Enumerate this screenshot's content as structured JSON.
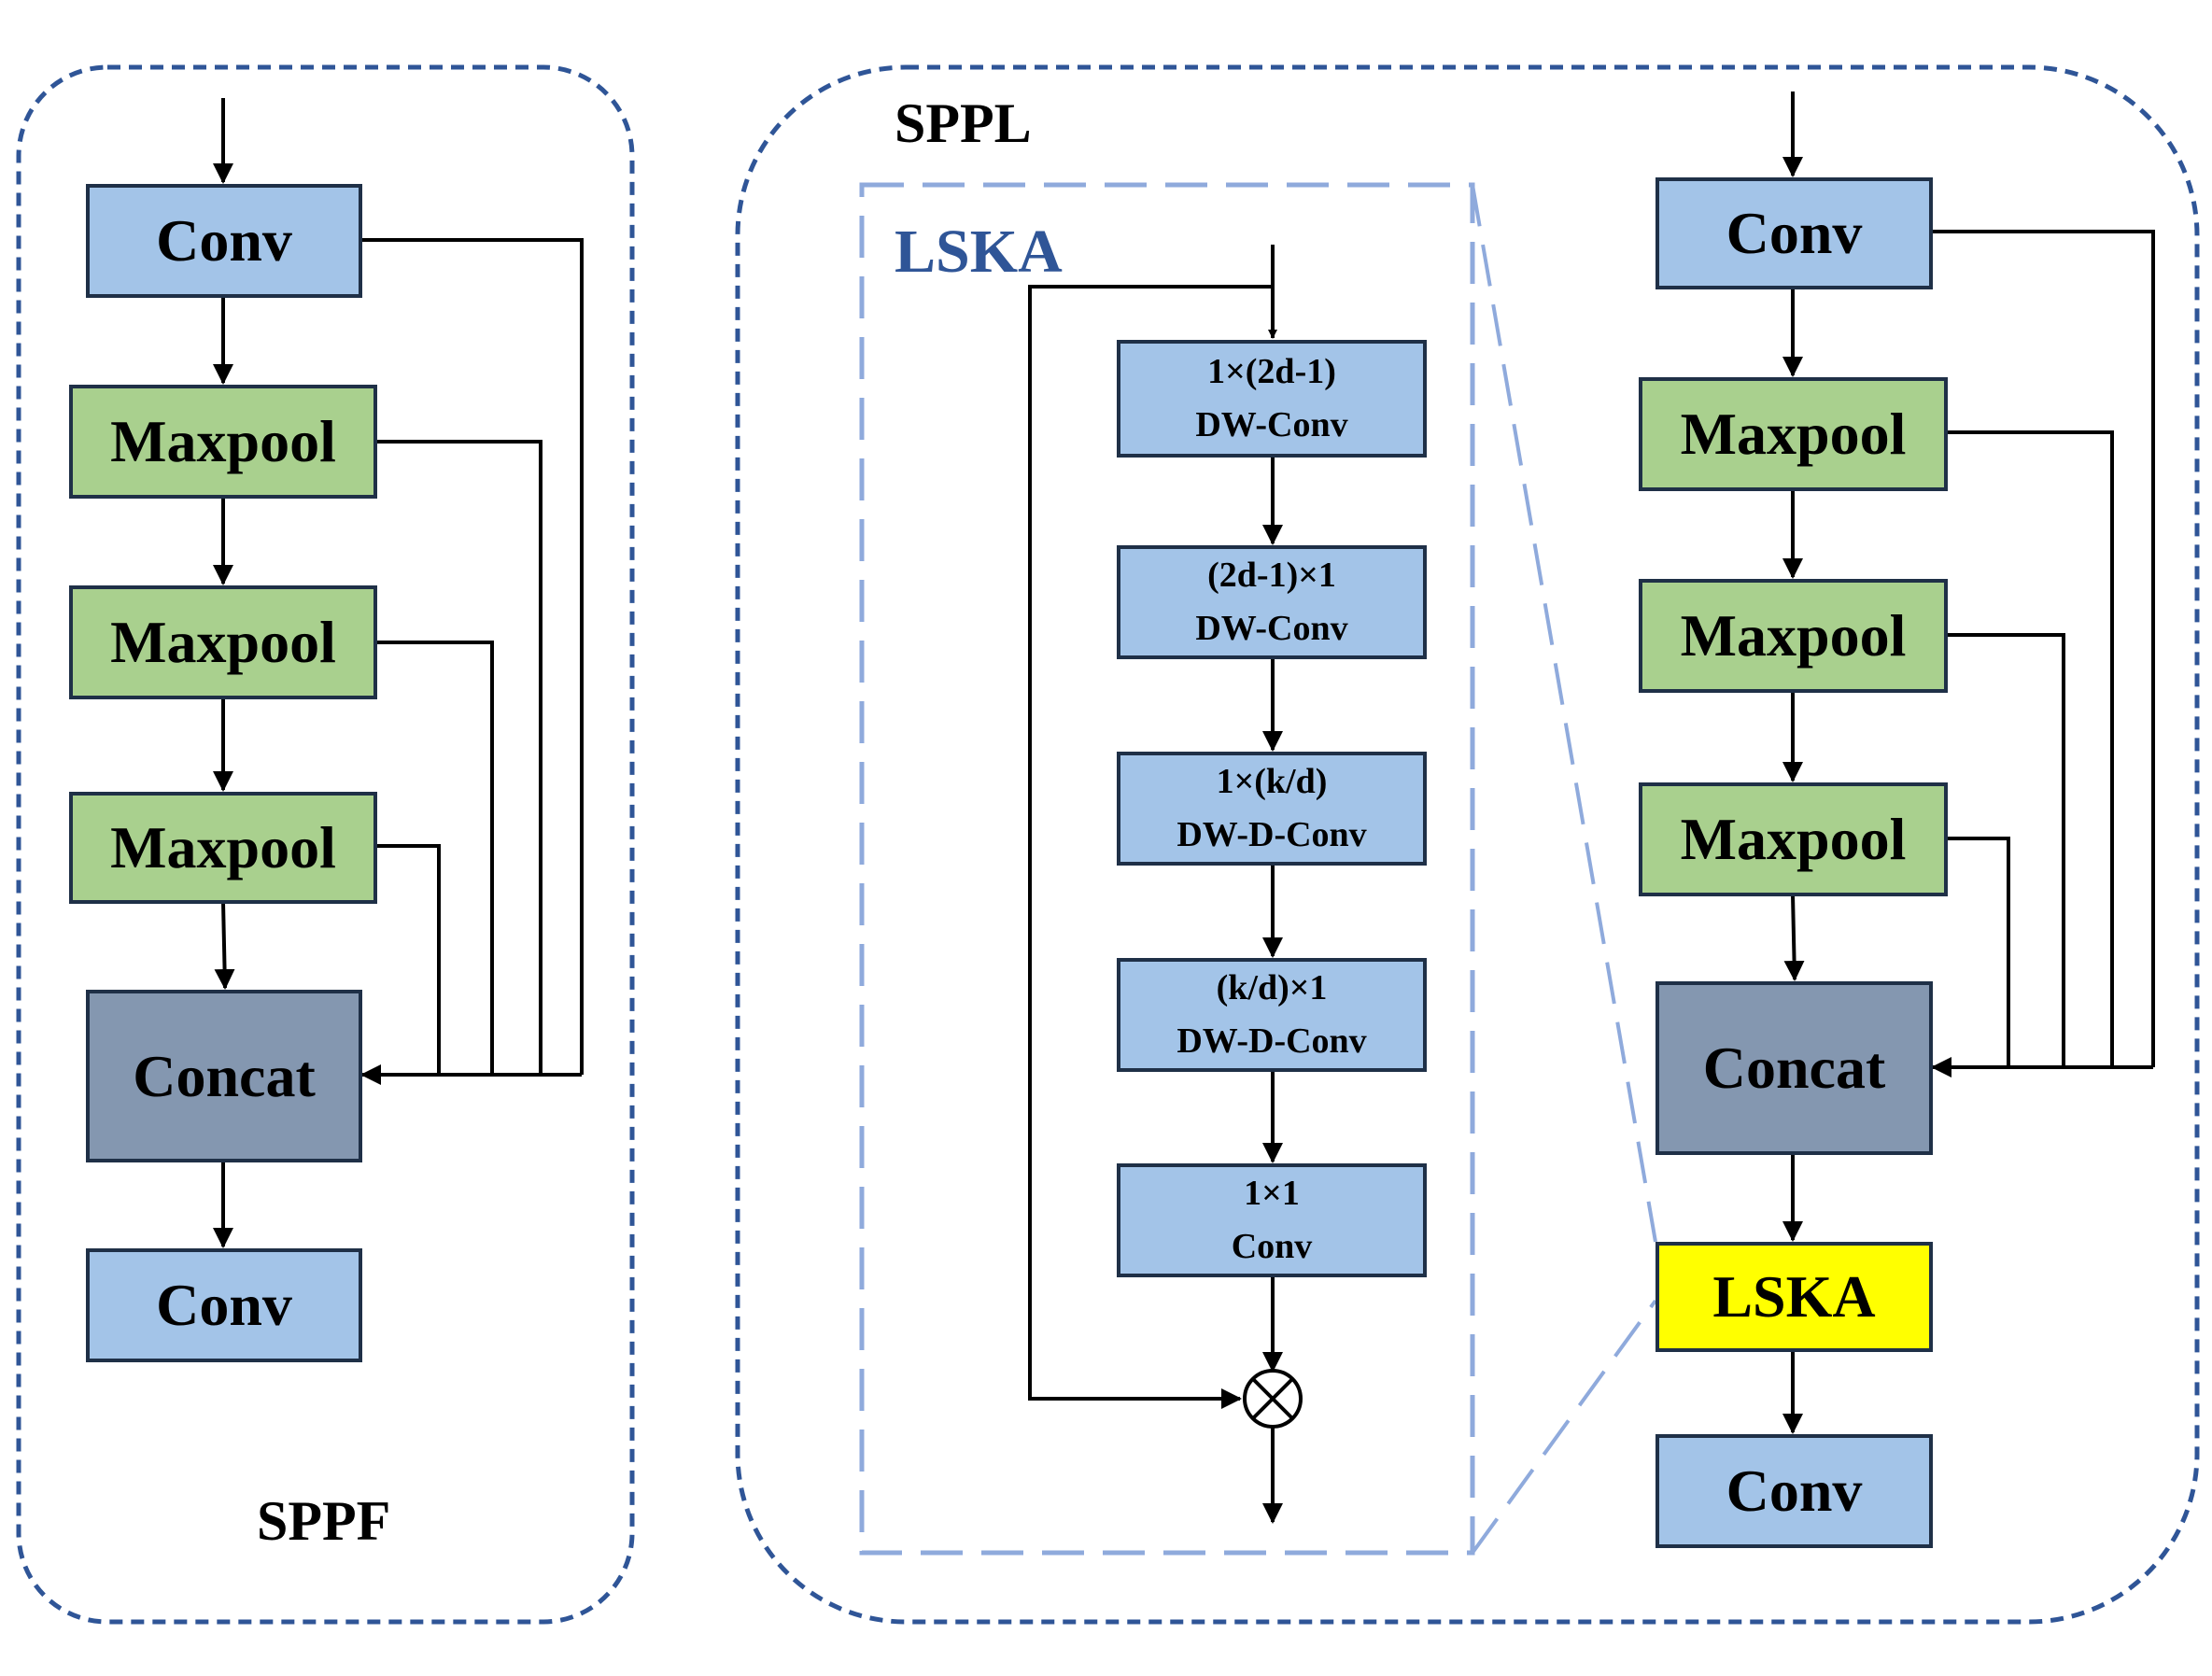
{
  "sppf": {
    "title": "SPPF",
    "conv_top": "Conv",
    "maxpool_1": "Maxpool",
    "maxpool_2": "Maxpool",
    "maxpool_3": "Maxpool",
    "concat": "Concat",
    "conv_bottom": "Conv"
  },
  "sppl": {
    "title": "SPPL",
    "conv_top": "Conv",
    "maxpool_1": "Maxpool",
    "maxpool_2": "Maxpool",
    "maxpool_3": "Maxpool",
    "concat": "Concat",
    "lska": "LSKA",
    "conv_bottom": "Conv"
  },
  "lska_detail": {
    "title": "LSKA",
    "blocks": [
      {
        "line1": "1×(2d-1)",
        "line2": "DW-Conv"
      },
      {
        "line1": "(2d-1)×1",
        "line2": "DW-Conv"
      },
      {
        "line1": "1×(k/d)",
        "line2": "DW-D-Conv"
      },
      {
        "line1": "(k/d)×1",
        "line2": "DW-D-Conv"
      },
      {
        "line1": "1×1",
        "line2": "Conv"
      }
    ]
  },
  "colors": {
    "conv": "#a3c4e8",
    "maxpool": "#a9d08e",
    "concat": "#8497b0",
    "lska": "#ffff00",
    "panel_border": "#2f5597",
    "lska_title": "#2f5597",
    "lska_zoom_border": "#8faadc"
  }
}
